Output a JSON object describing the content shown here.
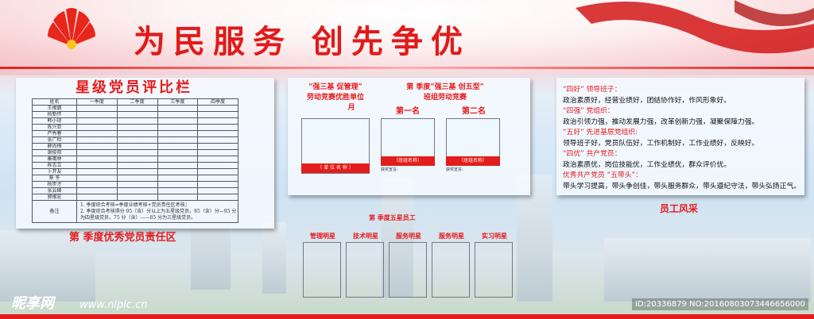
{
  "header": {
    "title": "为民服务 创先争优"
  },
  "colors": {
    "accent": "#e31c1c",
    "logo": "#e8261c",
    "logo_center": "#f7c51e"
  },
  "star_board": {
    "title": "星级党员评比栏",
    "columns": [
      "姓名",
      "一季度",
      "二季度",
      "三季度",
      "四季度"
    ],
    "names": [
      "王根朝",
      "杨新怀",
      "韩小琼",
      "陈兴亚",
      "严秀春",
      "张广检",
      "薛尚梅",
      "谢俊阳",
      "秦娥林",
      "陈志立",
      "卜开友",
      "覃 冬",
      "杨步才",
      "张云峰",
      "郭根宏"
    ],
    "notes_label": "备注",
    "notes": [
      "1. 季度综合考核=季度业绩考核+党员责任区考核；",
      "2. 季度综合考核得分 95（含）分以上为五星级党员，85（含）分—95 分为四星级党员，75 分（含）——85 分为三星级党员。"
    ],
    "caption": "第 季度优秀党员责任区"
  },
  "competition": {
    "left_title": "“强三基 促管理”",
    "left_subtitle": "劳动竞赛优胜单位",
    "month": "月",
    "unit_band": "（ 单 位 名 称 ）",
    "right_title": "第 季度“强三基 创五型”",
    "right_subtitle": "班组劳动竞赛",
    "first": "第一名",
    "second": "第二名",
    "team_band": "（班组名称）",
    "speech": "获奖宣言:"
  },
  "five_star": {
    "title": "第 季度五星员工",
    "categories": [
      "管理明星",
      "技术明星",
      "服务明星",
      "服务明星",
      "实习明星"
    ]
  },
  "principles": [
    {
      "h": "“四好” 领导班子：",
      "t": "政治素质好，经营业绩好，团结协作好，作风形象好。"
    },
    {
      "h": "“四强” 党组织：",
      "t": "政治引领力强，推动发展力强，改革创新力强，凝聚保障力强。"
    },
    {
      "h": "“五好” 先进基层党组织:",
      "t": "领导班子好，党员队伍好，工作机制好，工作业绩好，反映好。"
    },
    {
      "h": "“四优” 共产党员：",
      "t": "政治素质优，岗位技能优，工作业绩优，群众评价优。"
    },
    {
      "h": "优秀共产党员 “五带头”：",
      "t": "带头学习提高，带头争创佳，带头服务群众，带头遵纪守法，带头弘扬正气。"
    }
  ],
  "staff_caption": "员工风采",
  "watermark": {
    "logo": "昵享网",
    "site": "www.nipic.cn",
    "id": "ID:20336879 NO:20160803073446656000"
  }
}
